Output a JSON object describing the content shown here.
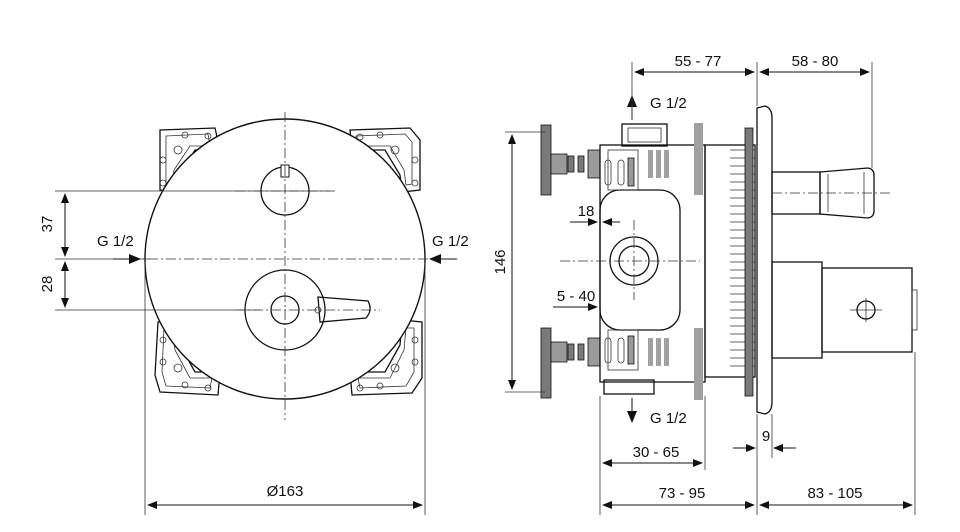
{
  "front_view": {
    "dim_37": "37",
    "dim_28": "28",
    "inlet_left": "G 1/2",
    "inlet_right": "G 1/2",
    "diameter": "Ø163"
  },
  "side_view": {
    "dim_55_77": "55 - 77",
    "dim_58_80": "58 - 80",
    "outlet_top": "G 1/2",
    "outlet_bottom": "G 1/2",
    "dim_18": "18",
    "dim_146": "146",
    "dim_5_40": "5 - 40",
    "dim_9": "9",
    "dim_30_65": "30 - 65",
    "dim_73_95": "73 - 95",
    "dim_83_105": "83 - 105"
  }
}
